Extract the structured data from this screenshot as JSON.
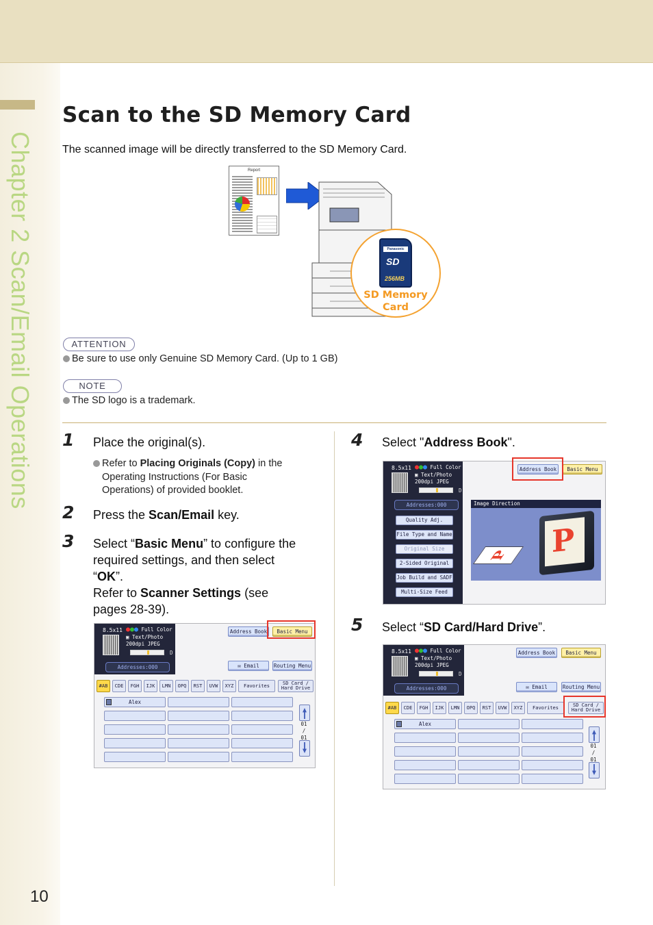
{
  "sidebar": {
    "chapter_label": "Chapter 2   Scan/Email Operations",
    "page_number": "10"
  },
  "header": {
    "title": "Scan to the SD Memory Card",
    "intro": "The scanned image will be directly transferred to the SD Memory Card."
  },
  "hero": {
    "report_title": "Report",
    "sd_brand": "Panasonic",
    "sd_logo": "SD",
    "sd_capacity": "256MB",
    "sd_label_1": "SD Memory",
    "sd_label_2": "Card"
  },
  "attention": {
    "badge": "ATTENTION",
    "text": "Be sure to use only Genuine SD Memory Card. (Up to 1 GB)"
  },
  "note": {
    "badge": "NOTE",
    "text": "The SD logo is a trademark."
  },
  "steps": {
    "s1": {
      "num": "1",
      "text": "Place the original(s).",
      "sub_pre": "Refer to ",
      "sub_bold": "Placing Originals (Copy)",
      "sub_post": " in the",
      "sub_line2": "Operating Instructions (For Basic",
      "sub_line3": "Operations) of provided booklet."
    },
    "s2": {
      "num": "2",
      "pre": "Press the ",
      "bold": "Scan/Email",
      "post": " key."
    },
    "s3": {
      "num": "3",
      "l1_pre": "Select “",
      "l1_bold": "Basic Menu",
      "l1_post": "” to configure the",
      "l2": "required settings, and then select",
      "l3_pre": "“",
      "l3_bold": "OK",
      "l3_post": "”.",
      "l4_pre": "Refer to ",
      "l4_bold": "Scanner Settings",
      "l4_post": " (see",
      "l5": "pages 28-39)."
    },
    "s4": {
      "num": "4",
      "pre": "Select \"",
      "bold": "Address Book",
      "post": "\"."
    },
    "s5": {
      "num": "5",
      "pre": "Select “",
      "bold": "SD Card/Hard Drive",
      "post": "”."
    }
  },
  "panel": {
    "size": "8.5x11",
    "mode_color": "Full Color",
    "mode_doc": "Text/Photo",
    "mode_res": "200dpi JPEG",
    "gauge_end": "D",
    "addresses": "Addresses:000",
    "address_book": "Address Book",
    "basic_menu": "Basic Menu",
    "email": "Email",
    "routing_menu": "Routing Menu",
    "tabs": [
      "#AB",
      "CDE",
      "FGH",
      "IJK",
      "LMN",
      "OPQ",
      "RST",
      "UVW",
      "XYZ",
      "Favorites"
    ],
    "sd_tab_1": "SD Card /",
    "sd_tab_2": "Hard Drive",
    "entry_alex": "Alex",
    "page_top": "01",
    "page_sep": "/",
    "page_bottom": "01"
  },
  "basic_menu_panel": {
    "items": [
      "Quality Adj.",
      "File Type and Name",
      "Original Size",
      "2-Sided Original",
      "Job Build and SADF",
      "Multi-Size Feed"
    ],
    "image_direction": "Image Direction"
  }
}
